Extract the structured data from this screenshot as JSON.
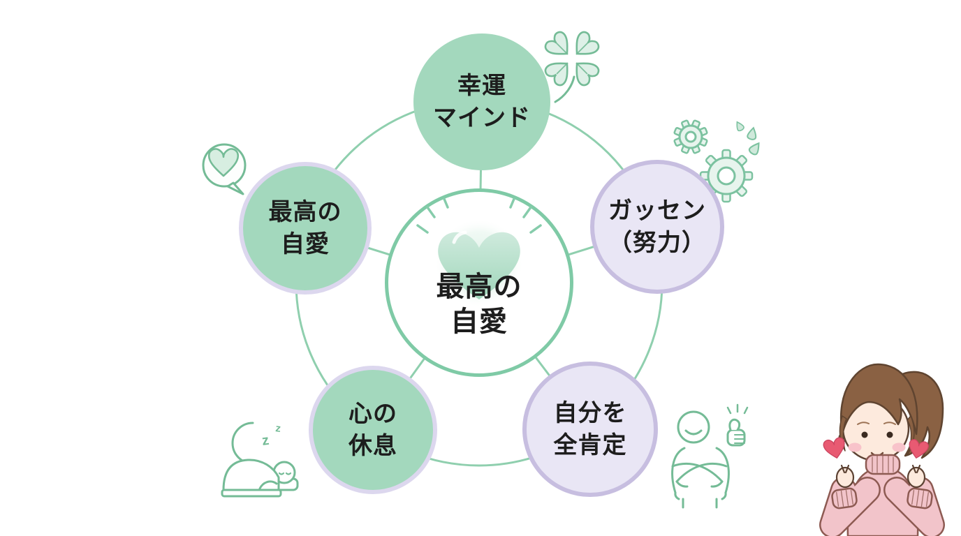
{
  "diagram": {
    "center_node": {
      "line1": "最高の",
      "line2": "自愛"
    },
    "nodes": [
      {
        "id": "lucky-mind",
        "line1": "幸運",
        "line2": "マインド",
        "style": "green"
      },
      {
        "id": "best-self-love",
        "line1": "最高の",
        "line2": "自愛",
        "style": "green-ring"
      },
      {
        "id": "gassen-effort",
        "line1": "ガッセン",
        "line2": "（努力）",
        "style": "lavender"
      },
      {
        "id": "mind-rest",
        "line1": "心の",
        "line2": "休息",
        "style": "green-ring"
      },
      {
        "id": "affirm-self",
        "line1": "自分を",
        "line2": "全肯定",
        "style": "lavender"
      }
    ],
    "sleep_icon": {
      "z1": "z",
      "z2": "z"
    },
    "icons": {
      "clover-icon": "four-leaf clover",
      "gears-icon": "two gears with effort sweat drops",
      "speech-heart-icon": "speech bubble with heart",
      "sleep-icon": "person sleeping under moon",
      "self-hug-icon": "person hugging self with thumbs up",
      "glowing-heart-icon": "shining heart in center circle",
      "finger-heart-woman": "woman in pink sweater making finger hearts"
    },
    "colors": {
      "node_green": "#a3d8bd",
      "node_green_ring": "#dcd7ee",
      "node_lavender": "#e9e6f5",
      "node_lavender_border": "#c7bee0",
      "center_border": "#7fcaa6",
      "connector_green": "#8fcfae",
      "icon_outline_green": "#74bb96",
      "icon_fill_green": "#e4f2ea",
      "text_dark": "#1d1d1d",
      "heart_green": "#a8dcc2",
      "sweater_pink": "#f2c4ca",
      "hair_brown": "#8a6143",
      "accent_heart_pink": "#e85a72"
    }
  }
}
